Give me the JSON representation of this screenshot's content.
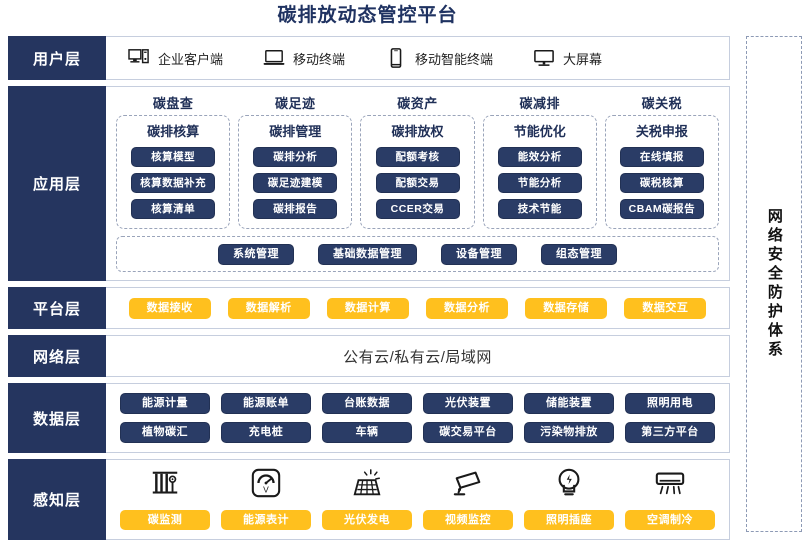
{
  "title": "碳排放动态管控平台",
  "security_column": {
    "label": "网络安全防护体系"
  },
  "layers": {
    "user": {
      "label": "用户层",
      "items": [
        {
          "icon": "desktop-tower-icon",
          "label": "企业客户端"
        },
        {
          "icon": "laptop-icon",
          "label": "移动终端"
        },
        {
          "icon": "smartphone-icon",
          "label": "移动智能终端"
        },
        {
          "icon": "large-screen-icon",
          "label": "大屏幕"
        }
      ]
    },
    "application": {
      "label": "应用层",
      "columns": [
        {
          "title": "碳盘查",
          "box_title": "碳排核算",
          "pills": [
            "核算模型",
            "核算数据补充",
            "核算清单"
          ]
        },
        {
          "title": "碳足迹",
          "box_title": "碳排管理",
          "pills": [
            "碳排分析",
            "碳足迹建模",
            "碳排报告"
          ]
        },
        {
          "title": "碳资产",
          "box_title": "碳排放权",
          "pills": [
            "配额考核",
            "配额交易",
            "CCER交易"
          ]
        },
        {
          "title": "碳减排",
          "box_title": "节能优化",
          "pills": [
            "能效分析",
            "节能分析",
            "技术节能"
          ]
        },
        {
          "title": "碳关税",
          "box_title": "关税申报",
          "pills": [
            "在线填报",
            "碳税核算",
            "CBAM碳报告"
          ]
        }
      ],
      "bottom_pills": [
        "系统管理",
        "基础数据管理",
        "设备管理",
        "组态管理"
      ]
    },
    "platform": {
      "label": "平台层",
      "pills": [
        "数据接收",
        "数据解析",
        "数据计算",
        "数据分析",
        "数据存储",
        "数据交互"
      ]
    },
    "network": {
      "label": "网络层",
      "text": "公有云/私有云/局域网"
    },
    "data": {
      "label": "数据层",
      "row1": [
        "能源计量",
        "能源账单",
        "台账数据",
        "光伏装置",
        "储能装置",
        "照明用电"
      ],
      "row2": [
        "植物碳汇",
        "充电桩",
        "车辆",
        "碳交易平台",
        "污染物排放",
        "第三方平台"
      ]
    },
    "sense": {
      "label": "感知层",
      "items": [
        {
          "icon": "carbon-monitor-icon",
          "label": "碳监测"
        },
        {
          "icon": "energy-meter-icon",
          "label": "能源表计"
        },
        {
          "icon": "solar-panel-icon",
          "label": "光伏发电"
        },
        {
          "icon": "cctv-camera-icon",
          "label": "视频监控"
        },
        {
          "icon": "light-bulb-icon",
          "label": "照明插座"
        },
        {
          "icon": "air-conditioner-icon",
          "label": "空调制冷"
        }
      ]
    }
  },
  "colors": {
    "dark_blue": "#25355f",
    "pill_blue": "#2a3c66",
    "accent_yellow": "#ffc01e",
    "title_blue": "#1f3261",
    "border_grey": "#c6cede",
    "dashed_grey": "#9aa4ba"
  }
}
